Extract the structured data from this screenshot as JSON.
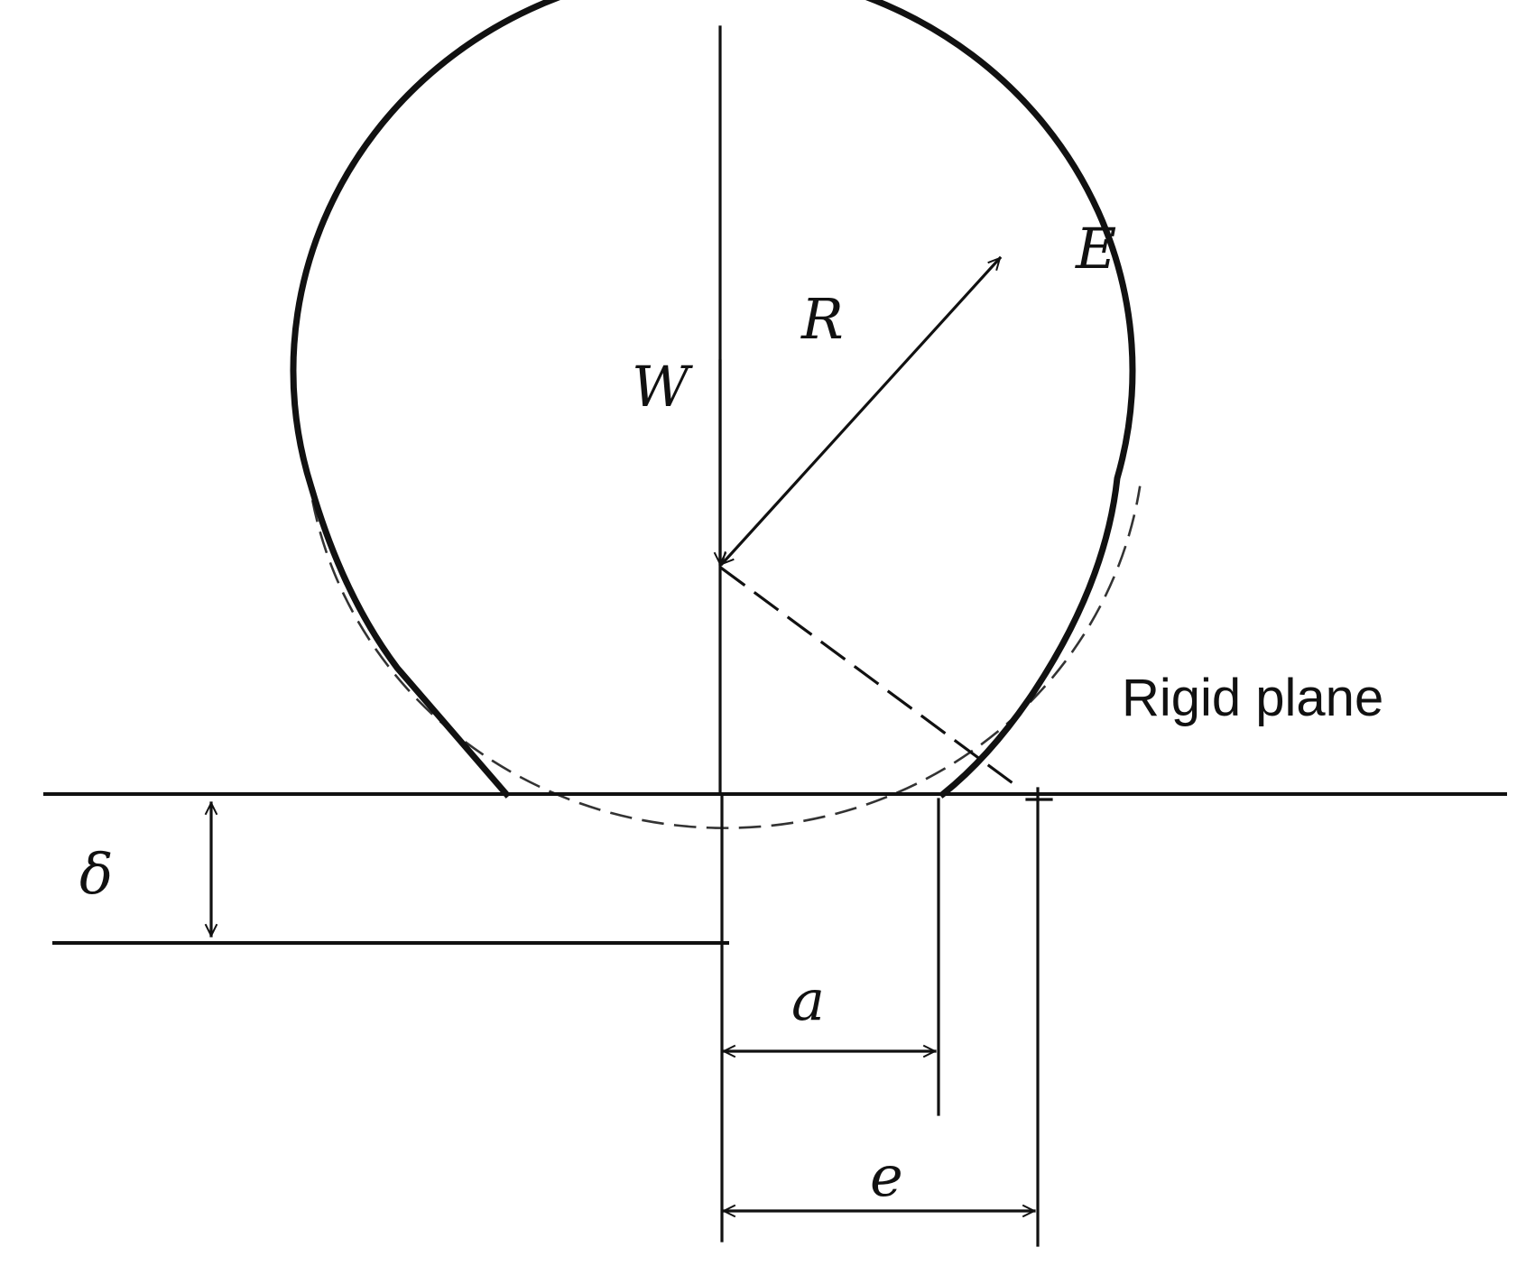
{
  "labels": {
    "load": "W",
    "radius": "R",
    "modulus": "E",
    "rigid_plane": "Rigid plane",
    "deformation": "δ",
    "contact_half_width": "a",
    "extent": "e"
  },
  "colors": {
    "line": "#111111",
    "background": "#ffffff"
  }
}
